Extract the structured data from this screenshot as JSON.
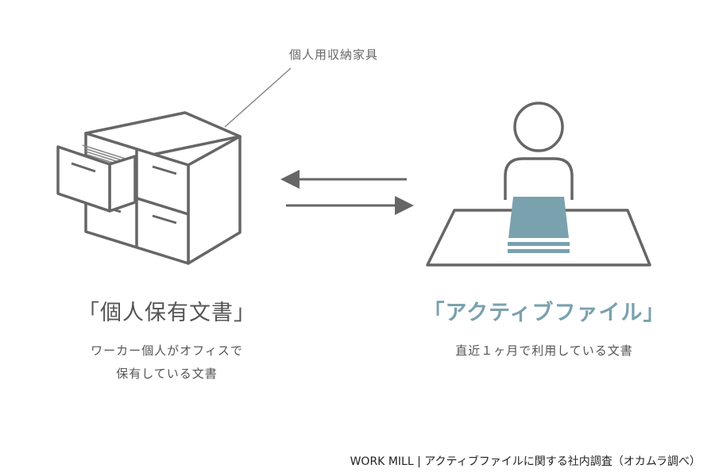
{
  "callout_label": "個人用収納家具",
  "left": {
    "title": "「個人保有文書」",
    "description_line1": "ワーカー個人がオフィスで",
    "description_line2": "保有している文書"
  },
  "right": {
    "title": "「アクティブファイル」",
    "description": "直近１ヶ月で利用している文書"
  },
  "footer": "WORK MILL | アクティブファイルに関する社内調査（オカムラ調べ）",
  "colors": {
    "line": "#666666",
    "accent": "#7aa1ae",
    "text": "#555555"
  },
  "icons": [
    "cabinet-icon",
    "arrow-left-icon",
    "arrow-right-icon",
    "person-at-desk-icon"
  ]
}
